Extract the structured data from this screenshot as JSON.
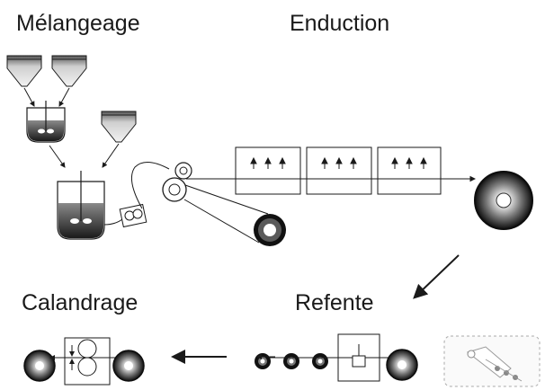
{
  "stages": {
    "mixing": "Mélangeage",
    "coating": "Enduction",
    "slitting": "Refente",
    "calendering": "Calandrage"
  },
  "colors": {
    "ink": "#1a1a1a",
    "hopper_dark": "#444444",
    "hopper_light": "#e6e6e6",
    "roll_outer": "#111111",
    "roll_mid": "#8a8a8a",
    "dashed_panel": "#aaaaaa"
  },
  "icons": [
    "hopper-icon",
    "mixer-tank-icon",
    "pump-icon",
    "dryer-oven-icon",
    "roll-icon",
    "slitter-knife-icon",
    "calender-roller-icon"
  ]
}
